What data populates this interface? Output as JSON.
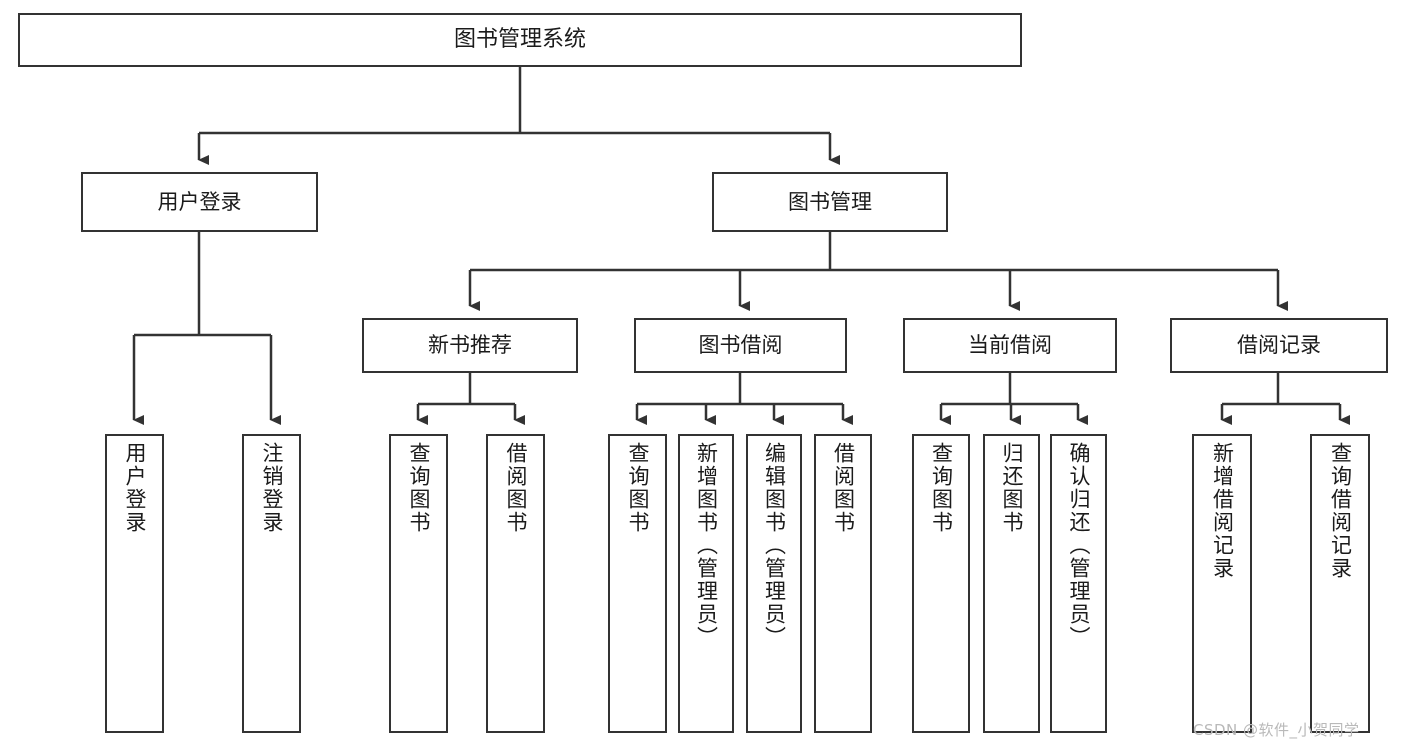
{
  "diagram": {
    "title": "图书管理系统",
    "type": "tree-hierarchy-diagram",
    "colors": {
      "box_border": "#333333",
      "box_fill": "#ffffff",
      "connector": "#333333",
      "background": "#ffffff",
      "watermark": "#b9b9b9"
    },
    "root": {
      "label": "图书管理系统"
    },
    "level1": [
      {
        "label": "用户登录"
      },
      {
        "label": "图书管理"
      }
    ],
    "level2": [
      {
        "label": "新书推荐"
      },
      {
        "label": "图书借阅"
      },
      {
        "label": "当前借阅"
      },
      {
        "label": "借阅记录"
      }
    ],
    "leaves": {
      "user_login": [
        {
          "label": "用户登录"
        },
        {
          "label": "注销登录"
        }
      ],
      "new_book_recommend": [
        {
          "label": "查询图书"
        },
        {
          "label": "借阅图书"
        }
      ],
      "book_borrow": [
        {
          "label": "查询图书"
        },
        {
          "label": "新增图书（管理员）"
        },
        {
          "label": "编辑图书（管理员）"
        },
        {
          "label": "借阅图书"
        }
      ],
      "current_borrow": [
        {
          "label": "查询图书"
        },
        {
          "label": "归还图书"
        },
        {
          "label": "确认归还（管理员）"
        }
      ],
      "borrow_record": [
        {
          "label": "新增借阅记录"
        },
        {
          "label": "查询借阅记录"
        }
      ]
    },
    "watermark": "CSDN @软件_小贺同学"
  }
}
